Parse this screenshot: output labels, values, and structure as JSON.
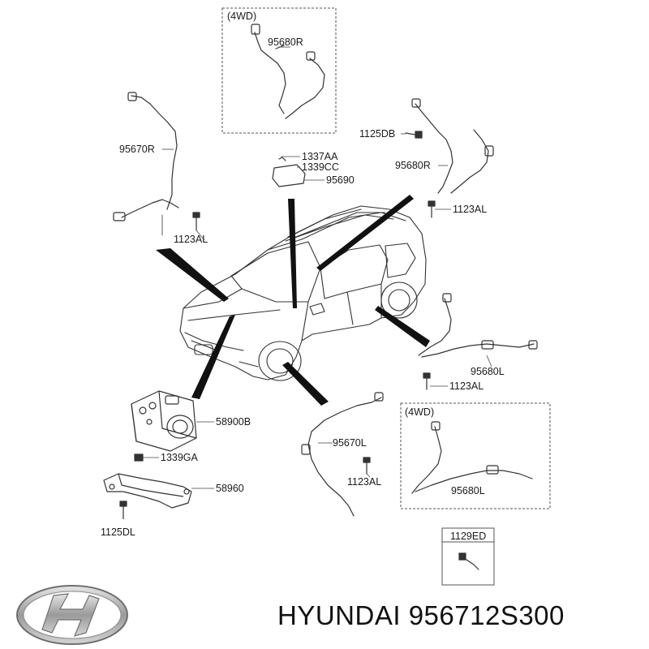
{
  "labels": {
    "box_top_title": "(4WD)",
    "box_bottom_title": "(4WD)",
    "box_part_title": "1129ED",
    "p_95680R_top": "95680R",
    "p_95670R": "95670R",
    "p_1123AL_left": "1123AL",
    "p_1337AA": "1337AA",
    "p_1339CC": "1339CC",
    "p_95690": "95690",
    "p_1125DB": "1125DB",
    "p_95680R_right": "95680R",
    "p_1123AL_right": "1123AL",
    "p_95680L_right": "95680L",
    "p_1123AL_mid": "1123AL",
    "p_58900B": "58900B",
    "p_1339GA": "1339GA",
    "p_58960": "58960",
    "p_1125DL": "1125DL",
    "p_95670L": "95670L",
    "p_1123AL_bottom": "1123AL",
    "p_95680L_box": "95680L"
  },
  "footer": {
    "brand": "HYUNDAI",
    "part_number": "956712S300"
  },
  "logo": {
    "name": "hyundai-logo"
  }
}
